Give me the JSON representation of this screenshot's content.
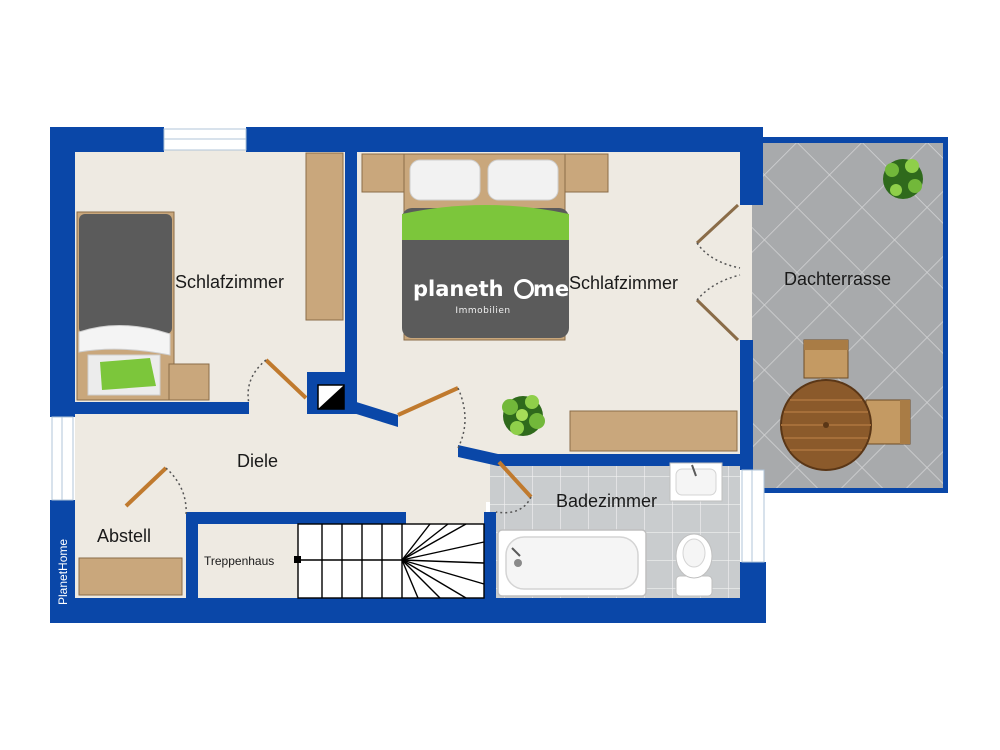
{
  "rooms": {
    "bedroom_left": "Schlafzimmer",
    "bedroom_main": "Schlafzimmer",
    "terrace": "Dachterrasse",
    "hall": "Diele",
    "storage": "Abstell",
    "stairwell": "Treppenhaus",
    "bathroom": "Badezimmer"
  },
  "branding": {
    "logo_text_left": "planeth",
    "logo_text_right": "me",
    "logo_subtitle": "Immobilien",
    "side_mark": "PlanetHome"
  },
  "colors": {
    "wall": "#0a47a8",
    "floor": "#eeeae2",
    "bath_tile": "#c9ccce",
    "terrace_tile": "#a9abad",
    "wood": "#c9a77c",
    "bedspread": "#5b5b5b",
    "green_accent": "#7cc63b",
    "door": "#c07a2e"
  }
}
